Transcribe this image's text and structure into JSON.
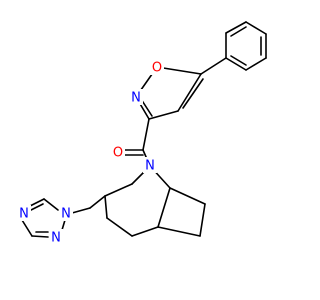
{
  "molecule": {
    "labels": {
      "iso_o": "O",
      "iso_n": "N",
      "carbonyl_o": "O",
      "bridge_n": "N",
      "tri_n1": "N",
      "tri_n2": "N",
      "tri_n4": "N"
    },
    "colors": {
      "O": "#ff0000",
      "N": "#0000ff",
      "bond": "#000000"
    }
  }
}
